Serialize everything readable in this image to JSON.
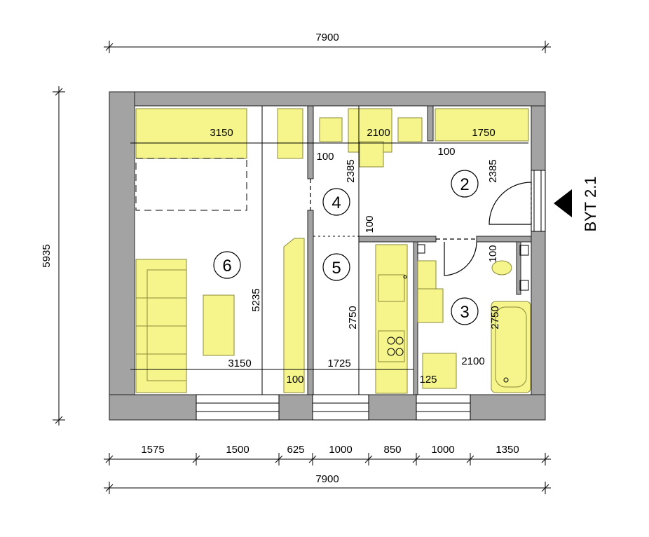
{
  "plan": {
    "unit_label": "BYT 2.1",
    "overall": {
      "top": "7900",
      "bottom": "7900",
      "left": "5935"
    },
    "bottom_segments": [
      "1575",
      "1500",
      "625",
      "1000",
      "850",
      "1000",
      "1350"
    ],
    "rooms": [
      "6",
      "4",
      "5",
      "2",
      "3"
    ],
    "interior_dims": {
      "d3150_top": "3150",
      "d2100_top": "2100",
      "d1750_top": "1750",
      "d100_a": "100",
      "d100_b": "100",
      "d2385_a": "2385",
      "d2385_b": "2385",
      "d100_v": "100",
      "d5235": "5235",
      "d2750_a": "2750",
      "d2750_b": "2750",
      "d100_wc": "100",
      "d3150_bot": "3150",
      "d100_bot": "100",
      "d1725": "1725",
      "d125": "125",
      "d2100_bath": "2100"
    }
  },
  "colors": {
    "wall": "#a3a3a3",
    "furniture": "#f5f58c",
    "furniture_stroke": "#8a8a3a",
    "line": "#000000"
  }
}
